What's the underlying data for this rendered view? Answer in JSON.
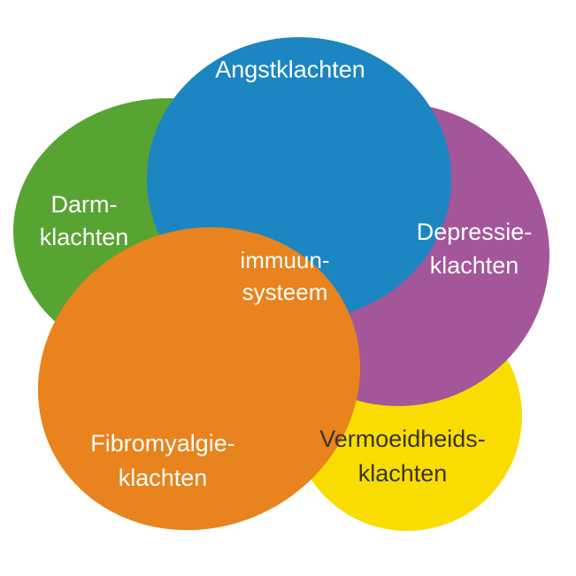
{
  "diagram": {
    "description": "Venn-style diagram of five overlapping circles around the immune system",
    "background_color": "#ffffff",
    "center_overlap_label": {
      "line1": "immuun-",
      "line2": "systeem",
      "text_color": "#ffffff",
      "sits_on_color": "orange"
    },
    "circles": [
      {
        "id": "angst",
        "label": "Angstklachten",
        "position": "top",
        "color_name": "blue"
      },
      {
        "id": "darm",
        "label": "Darm- klachten",
        "position": "left",
        "color_name": "green"
      },
      {
        "id": "depressie",
        "label": "Depressie- klachten",
        "position": "right",
        "color_name": "purple"
      },
      {
        "id": "fibromyalgie",
        "label": "Fibromyalgie- klachten",
        "position": "bottom-left",
        "color_name": "orange"
      },
      {
        "id": "vermoeidheid",
        "label": "Vermoeidheids- klachten",
        "position": "bottom-right",
        "color_name": "yellow"
      }
    ],
    "labels": {
      "angst": {
        "line1": "Angstklachten"
      },
      "darm": {
        "line1": "Darm-",
        "line2": "klachten"
      },
      "depressie": {
        "line1": "Depressie-",
        "line2": "klachten"
      },
      "immuun": {
        "line1": "immuun-",
        "line2": "systeem"
      },
      "fibromyalgie": {
        "line1": "Fibromyalgie-",
        "line2": "klachten"
      },
      "vermoeidheid": {
        "line1": "Vermoeidheids-",
        "line2": "klachten"
      }
    },
    "colors": {
      "blue": "#1b86c2",
      "green": "#57a433",
      "purple": "#a4569b",
      "orange": "#e8831d",
      "yellow": "#f9dd00",
      "white_text": "#ffffff",
      "dark_text": "#3a342c"
    }
  }
}
